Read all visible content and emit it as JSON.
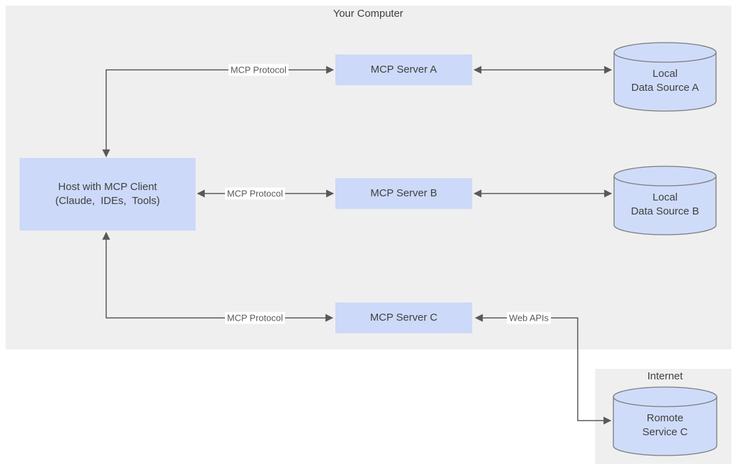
{
  "colors": {
    "container_bg": "#efefef",
    "node_fill": "#ccd9f8",
    "cylinder_fill": "#cfdcf9",
    "cylinder_stroke": "#7a7a7a",
    "line": "#595959",
    "text": "#3f3f3f",
    "edge_label_text": "#595959"
  },
  "computer": {
    "title": "Your Computer"
  },
  "internet": {
    "title": "Internet"
  },
  "host": {
    "line1": "Host with MCP Client",
    "line2": "(Claude,  IDEs,  Tools)"
  },
  "servers": [
    {
      "label": "MCP Server A"
    },
    {
      "label": "MCP Server B"
    },
    {
      "label": "MCP Server C"
    }
  ],
  "datasources": [
    {
      "line1": "Local",
      "line2": "Data Source A"
    },
    {
      "line1": "Local",
      "line2": "Data Source B"
    },
    {
      "line1": "Romote",
      "line2": "Service C"
    }
  ],
  "edges": [
    {
      "label": "MCP Protocol"
    },
    {
      "label": "MCP Protocol"
    },
    {
      "label": "MCP Protocol"
    },
    {
      "label": "Web APIs"
    }
  ]
}
